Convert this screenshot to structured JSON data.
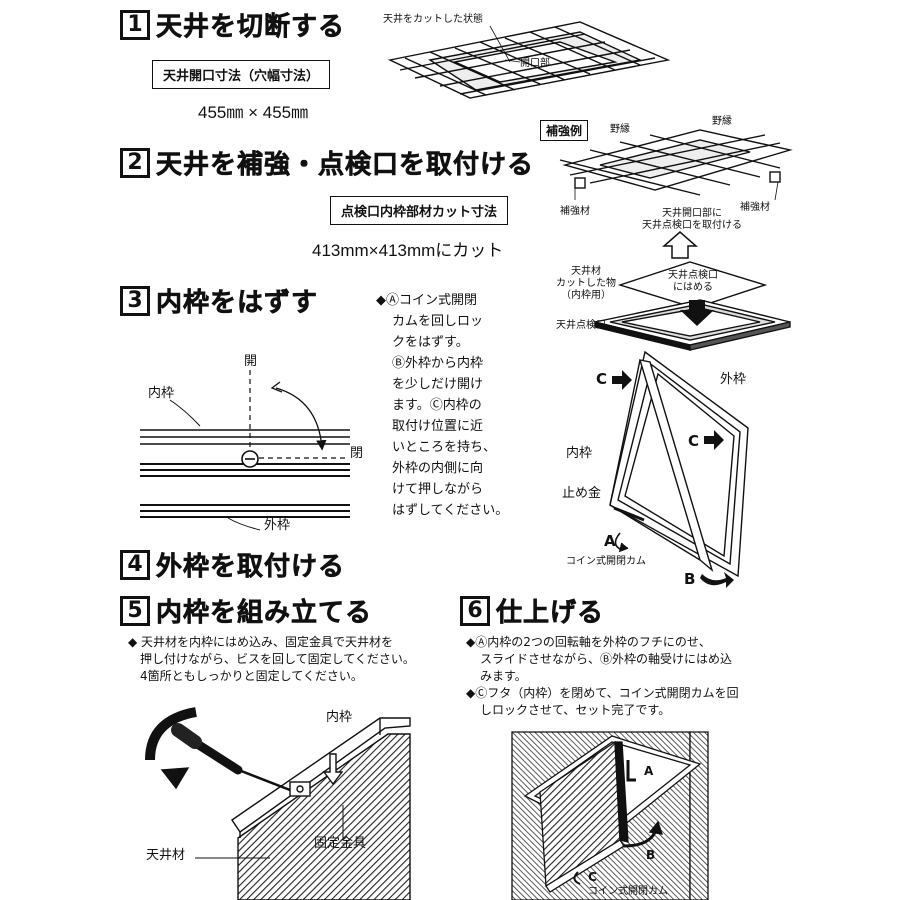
{
  "steps": [
    {
      "num": "1",
      "title": "天井を切断する"
    },
    {
      "num": "2",
      "title": "天井を補強・点検口を取付ける"
    },
    {
      "num": "3",
      "title": "内枠をはずす"
    },
    {
      "num": "4",
      "title": "外枠を取付ける"
    },
    {
      "num": "5",
      "title": "内枠を組み立てる"
    },
    {
      "num": "6",
      "title": "仕上げる"
    }
  ],
  "step1": {
    "box_label": "天井開口寸法（穴幅寸法）",
    "dimension": "455㎜ × 455㎜",
    "callout_cut": "天井をカットした状態",
    "callout_opening": "開口部"
  },
  "step2": {
    "box_label": "点検口内枠部材カット寸法",
    "dimension": "413mm×413mmにカット",
    "reinforce_badge": "補強例",
    "noen_left": "野縁",
    "noen_right": "野縁",
    "hokyo_left": "補強材",
    "hokyo_right": "補強材",
    "mount_note_1": "天井開口部に",
    "mount_note_2": "天井点検口を取付ける",
    "ceiling_piece_1": "天井材",
    "ceiling_piece_2": "カットした物",
    "ceiling_piece_3": "（内枠用）",
    "fit_note_1": "天井点検口",
    "fit_note_2": "にはめる",
    "panel_label": "天井点検口"
  },
  "step3": {
    "label_open": "開",
    "label_close": "閉",
    "label_inner": "内枠",
    "label_outer": "外枠",
    "instructions": [
      "◆Ⓐコイン式開閉",
      "カムを回しロッ",
      "クをはずす。",
      "Ⓑ外枠から内枠",
      "を少しだけ開け",
      "ます。Ⓒ内枠の",
      "取付け位置に近",
      "いところを持ち、",
      "外枠の内側に向",
      "けて押しながら",
      "はずしてください。"
    ],
    "frame_c1": "C",
    "frame_c2": "C",
    "frame_outer": "外枠",
    "frame_inner": "内枠",
    "frame_stopper": "止め金",
    "frame_a": "A",
    "frame_b": "B",
    "frame_cam": "コイン式開閉カム"
  },
  "step5": {
    "notes": [
      "◆ 天井材を内枠にはめ込み、固定金具で天井材を",
      "押し付けながら、ビスを回して固定してください。",
      "4箇所ともしっかりと固定してください。"
    ],
    "label_inner": "内枠",
    "label_ceiling": "天井材",
    "label_bracket": "固定金具"
  },
  "step6": {
    "notes": [
      "◆Ⓐ内枠の2つの回転軸を外枠のフチにのせ、",
      "スライドさせながら、Ⓑ外枠の軸受けにはめ込",
      "みます。",
      "◆Ⓒフタ（内枠）を閉めて、コイン式開閉カムを回",
      "しロックさせて、セット完了です。"
    ],
    "label_a": "A",
    "label_b": "B",
    "label_c": "C",
    "label_cam": "コイン式開閉カム"
  }
}
